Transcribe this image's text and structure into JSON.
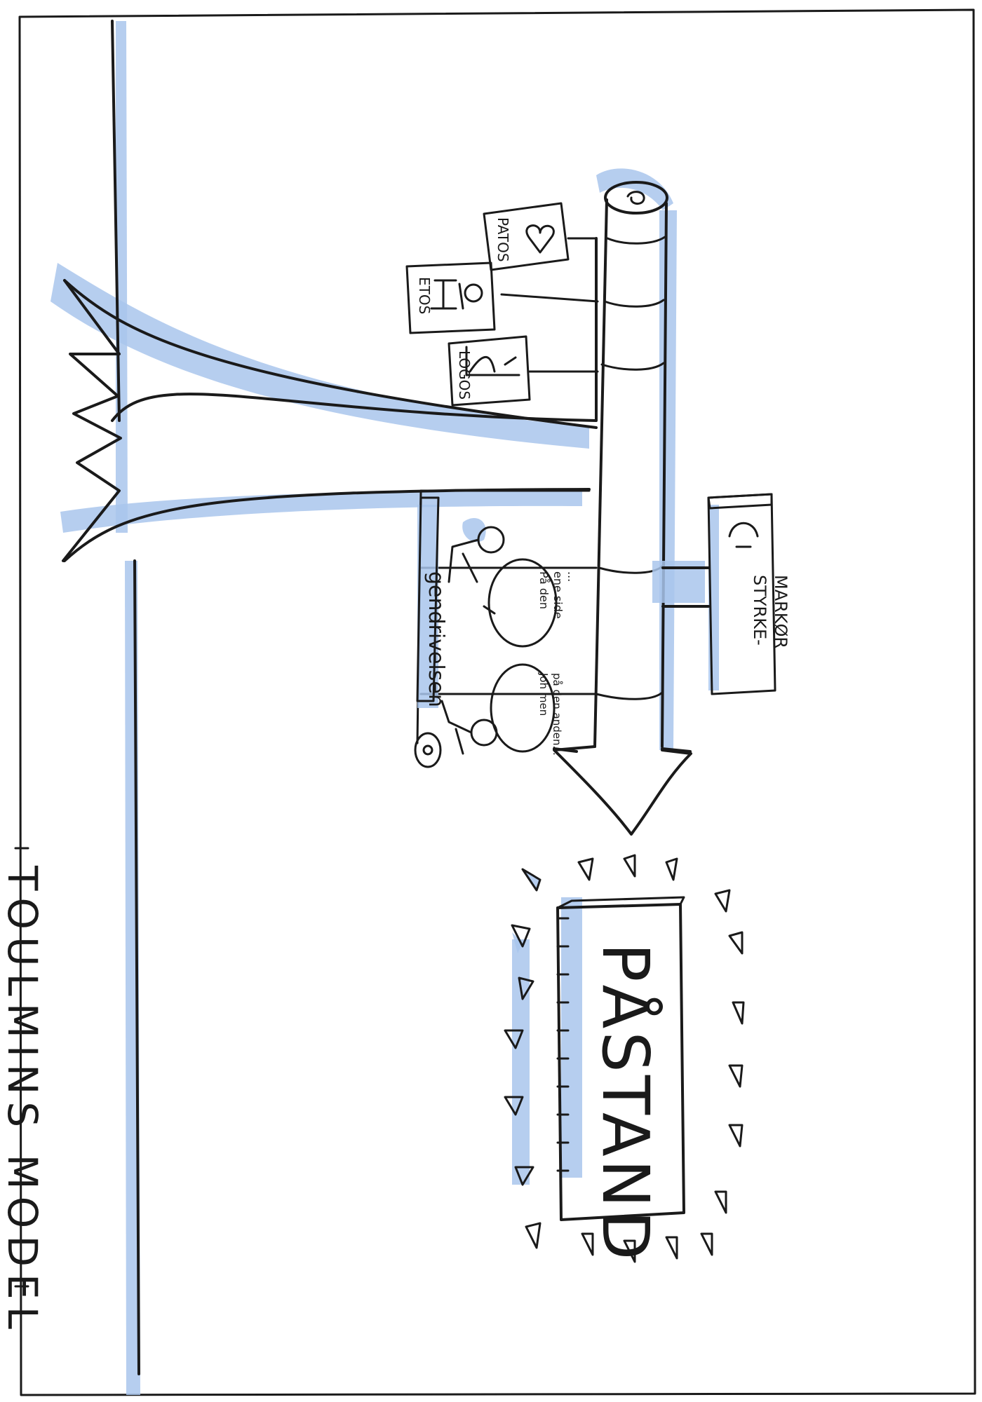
{
  "title": "TOULMINS MODEL",
  "claim": {
    "label": "PÅSTAND"
  },
  "qualifier": {
    "label": "STYRKE-\nMARKØR"
  },
  "backing": [
    {
      "label": "PATOS",
      "icon": "heart-icon"
    },
    {
      "label": "ETOS",
      "icon": "podium-speaker-icon"
    },
    {
      "label": "LOGOS",
      "icon": "graph-icon"
    }
  ],
  "rebuttal": {
    "label": "gendrivelsen",
    "bubble_left": "På den\nene side\n...",
    "bubble_right": "Joh men\npå den anden..."
  },
  "colors": {
    "ink": "#1a1a1a",
    "highlight": "#a9c6ec",
    "paper": "#ffffff"
  }
}
